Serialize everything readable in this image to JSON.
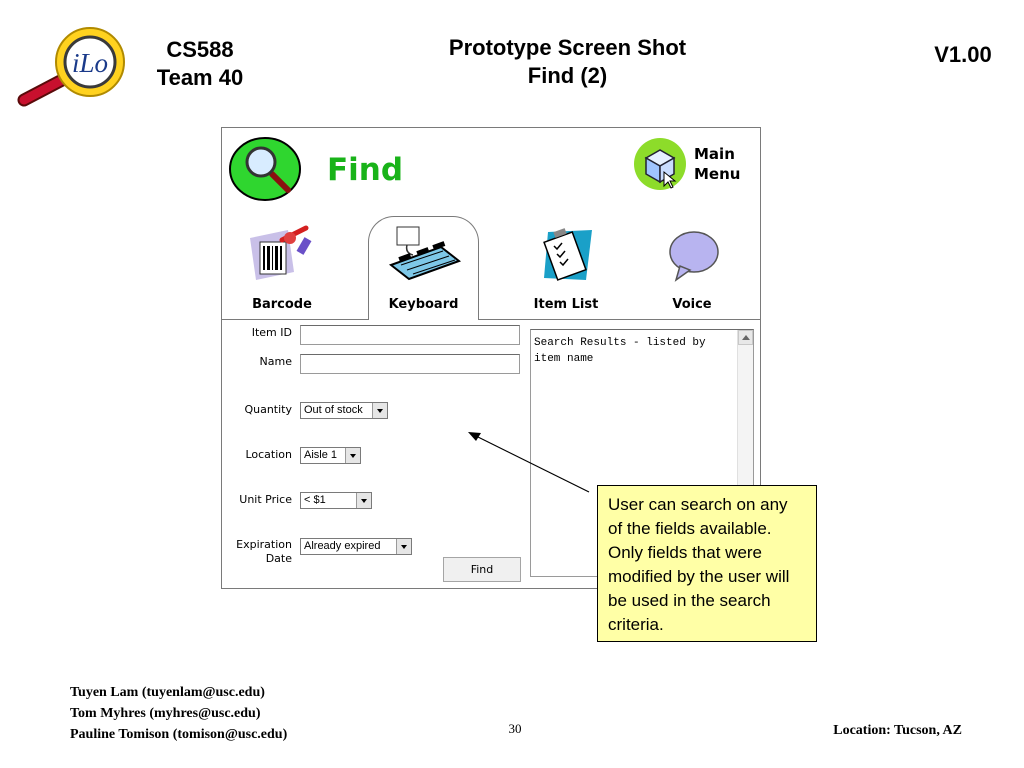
{
  "header": {
    "logo_text": "iLo",
    "course_line1": "CS588",
    "course_line2": "Team 40",
    "title_line1": "Prototype Screen Shot",
    "title_line2": "Find (2)",
    "version": "V1.00"
  },
  "app": {
    "title": "Find",
    "main_menu_label": "Main\nMenu",
    "tabs": [
      {
        "label": "Barcode",
        "icon": "barcode-icon"
      },
      {
        "label": "Keyboard",
        "icon": "keyboard-icon",
        "active": true
      },
      {
        "label": "Item List",
        "icon": "clipboard-icon"
      },
      {
        "label": "Voice",
        "icon": "speech-bubble-icon"
      }
    ],
    "form": {
      "item_id_label": "Item ID",
      "item_id_value": "",
      "name_label": "Name",
      "name_value": "",
      "quantity_label": "Quantity",
      "quantity_value": "Out of stock",
      "location_label": "Location",
      "location_value": "Aisle 1",
      "unit_price_label": "Unit Price",
      "unit_price_value": "< $1",
      "expiration_label_line1": "Expiration",
      "expiration_label_line2": "Date",
      "expiration_value": "Already expired",
      "find_button": "Find"
    },
    "results_text": "Search Results - listed by item name"
  },
  "callout": {
    "text": "User can search on any of the fields available.  Only fields that were modified by the user will be used in the search criteria."
  },
  "footer": {
    "authors": [
      "Tuyen Lam (tuyenlam@usc.edu)",
      "Tom Myhres (myhres@usc.edu)",
      "Pauline Tomison (tomison@usc.edu)"
    ],
    "page_number": "30",
    "location": "Location:  Tucson, AZ"
  },
  "colors": {
    "find_green": "#19b319",
    "callout_bg": "#ffffa6",
    "logo_yellow": "#ffd21f",
    "logo_red": "#c8102e"
  }
}
